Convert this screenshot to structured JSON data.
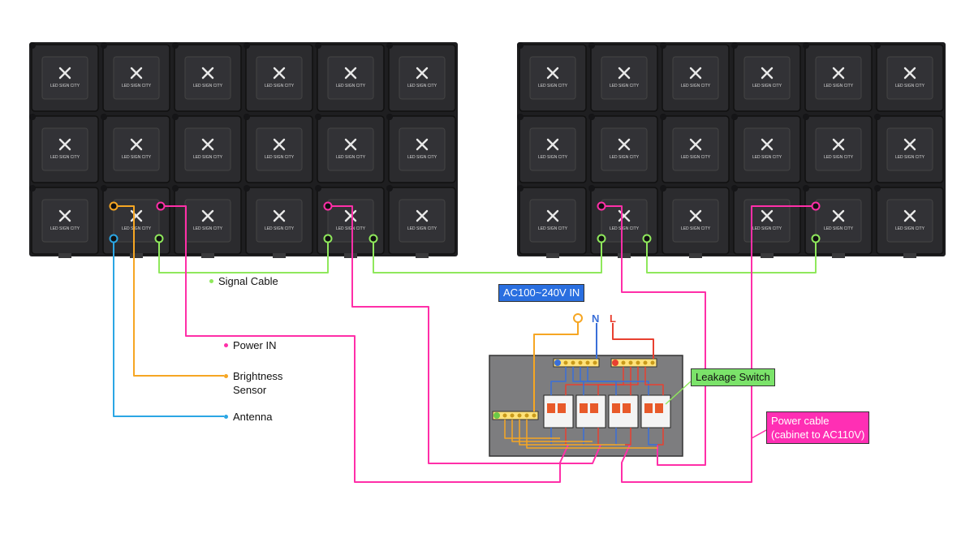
{
  "labels": {
    "signal_cable": "Signal Cable",
    "power_in": "Power IN",
    "brightness_sensor_line1": "Brightness",
    "brightness_sensor_line2": "Sensor",
    "antenna": "Antenna",
    "ac_input": "AC100~240V IN",
    "leakage_switch": "Leakage Switch",
    "power_cable_line1": "Power cable",
    "power_cable_line2": "(cabinet to AC110V)",
    "neutral": "N",
    "live": "L"
  },
  "cabinet_branding": {
    "brand": "LED SIGN CITY"
  },
  "colors": {
    "signal": "#8fe85c",
    "power": "#ff2fa8",
    "brightness": "#f6a623",
    "antenna": "#2ba6e4",
    "ac_tag_bg": "#2a6fe0",
    "leakage_tag_bg": "#7be36a",
    "power_tag_bg": "#ff2fb4",
    "neutral": "#3a6fd8",
    "live": "#e84030",
    "cabinet": "#2b2b2e",
    "box": "#7d7d7f"
  }
}
